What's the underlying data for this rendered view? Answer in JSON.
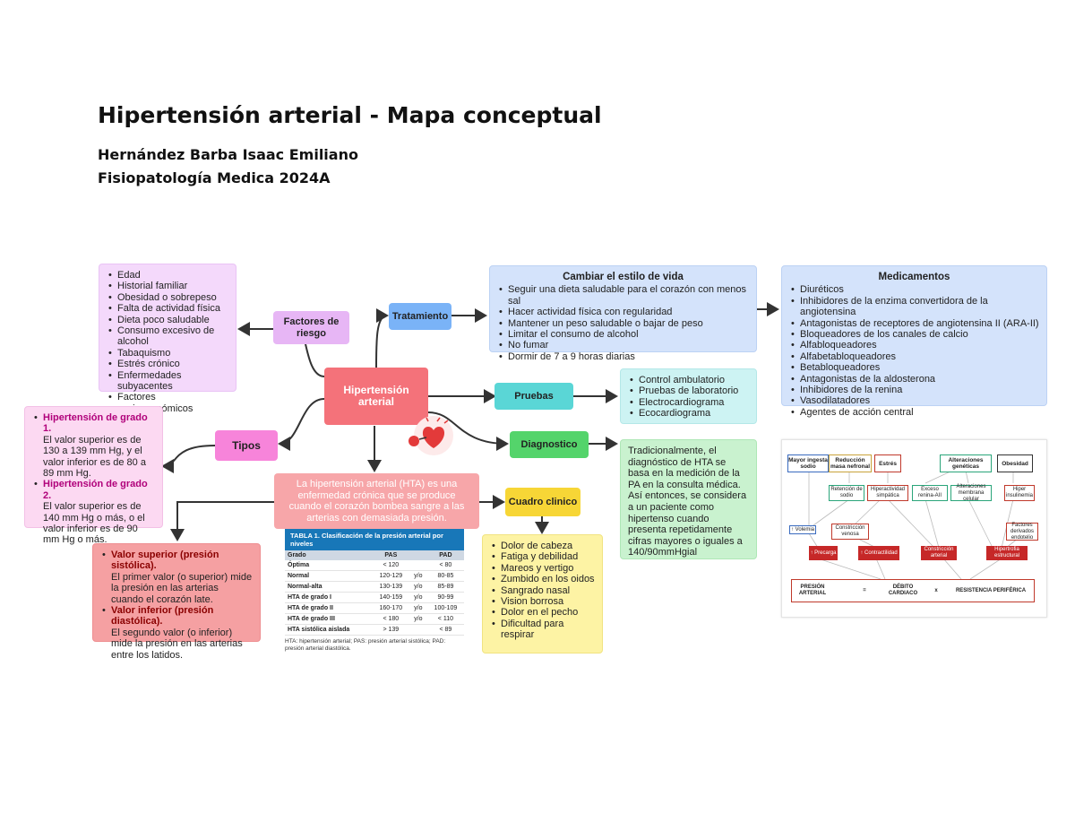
{
  "header": {
    "title": "Hipertensión arterial - Mapa conceptual",
    "author": "Hernández Barba Isaac Emiliano",
    "course": "Fisiopatología Medica 2024A"
  },
  "colors": {
    "central": "#f4727a",
    "factores": "#e7b6f5",
    "tratamiento": "#7ab3f7",
    "pruebas": "#5ad6d6",
    "diagnostico": "#54d46b",
    "cuadro": "#f7d636",
    "tipos": "#f784da"
  },
  "center": {
    "label": "Hipertensión arterial"
  },
  "factores": {
    "label": "Factores de riesgo",
    "items": [
      "Edad",
      "Historial familiar",
      "Obesidad o sobrepeso",
      "Falta de actividad física",
      "Dieta poco saludable",
      "Consumo excesivo de alcohol",
      "Tabaquismo",
      "Estrés crónico",
      "Enfermedades subyacentes",
      "Factores socioeconómicos"
    ]
  },
  "tratamiento": {
    "label": "Tratamiento",
    "heading": "Cambiar el estilo de vida",
    "items": [
      "Seguir una dieta saludable para el corazón con menos sal",
      "Hacer actividad física con regularidad",
      "Mantener un peso saludable o bajar de peso",
      "Limitar el consumo de alcohol",
      "No fumar",
      "Dormir de 7 a 9 horas diarias"
    ]
  },
  "medicamentos": {
    "heading": "Medicamentos",
    "items": [
      "Diuréticos",
      "Inhibidores de la enzima convertidora de la angiotensina",
      "Antagonistas de receptores de angiotensina II (ARA-II)",
      "Bloqueadores de los canales de calcio",
      "Alfabloqueadores",
      "Alfabetabloqueadores",
      "Betabloqueadores",
      "Antagonistas de la aldosterona",
      "Inhibidores de la renina",
      "Vasodilatadores",
      "Agentes de acción central"
    ]
  },
  "pruebas": {
    "label": "Pruebas",
    "items": [
      "Control ambulatorio",
      "Pruebas de laboratorio",
      "Electrocardiograma",
      "Ecocardiograma"
    ]
  },
  "diagnostico": {
    "label": "Diagnostico",
    "text": "Tradicionalmente, el diagnóstico de HTA se basa en la medición de la PA en la consulta médica. Así entonces, se considera a un paciente como hipertenso cuando presenta repetidamente cifras mayores o iguales a 140/90mmHgial"
  },
  "tipos": {
    "label": "Tipos",
    "items": [
      {
        "bold": "Hipertensión de grado 1.",
        "text": "El valor superior es de 130 a 139 mm Hg, y el valor inferior es de 80 a 89 mm Hg."
      },
      {
        "bold": "Hipertensión de grado 2.",
        "text": "El valor superior es de 140 mm Hg o más, o el valor inferior es de 90 mm Hg o más."
      }
    ]
  },
  "definicion": {
    "text": "La hipertensión arterial (HTA) es una enfermedad crónica que se produce cuando el corazón bombea sangre a las arterias con demasiada presión."
  },
  "presion": {
    "items": [
      {
        "bold": "Valor superior (presión sistólica).",
        "text": "El primer valor (o superior) mide la presión en las arterias cuando el corazón late."
      },
      {
        "bold": "Valor inferior (presión diastólica).",
        "text": "El segundo valor (o inferior) mide la presión en las arterias entre los latidos."
      }
    ]
  },
  "cuadro": {
    "label": "Cuadro clinico",
    "items": [
      "Dolor de cabeza",
      "Fatiga y debilidad",
      "Mareos y vertigo",
      "Zumbido en los oidos",
      "Sangrado nasal",
      "Vision borrosa",
      "Dolor en el pecho",
      "Dificultad para respirar"
    ]
  },
  "tabla": {
    "title": "TABLA 1. Clasificación de la presión arterial por niveles",
    "headers": [
      "Grado",
      "PAS",
      "",
      "PAD"
    ],
    "rows": [
      [
        "Óptima",
        "< 120",
        "",
        "< 80"
      ],
      [
        "Normal",
        "120-129",
        "y/o",
        "80-85"
      ],
      [
        "Normal-alta",
        "130-139",
        "y/o",
        "85-89"
      ],
      [
        "HTA de grado I",
        "140-159",
        "y/o",
        "90-99"
      ],
      [
        "HTA de grado II",
        "160-170",
        "y/o",
        "100-109"
      ],
      [
        "HTA de grado III",
        "< 180",
        "y/o",
        "< 110"
      ],
      [
        "HTA sistólica aislada",
        "> 139",
        "",
        "< 89"
      ]
    ],
    "footnote": "HTA: hipertensión arterial; PAS: presión arterial sistólica; PAD: presión arterial diastólica."
  },
  "fisio": {
    "top": [
      "Mayor ingesta sodio",
      "Reducción masa nefronal",
      "Estrés",
      "Alteraciones genéticas",
      "Obesidad"
    ],
    "mid": [
      "Retención de sodio",
      "Hiperactividad simpática",
      "Exceso renina-AII",
      "Alteraciones membrana celular",
      "Hiper insulinemia"
    ],
    "low": [
      "Factores derivados endotelio",
      "↑ Volemia",
      "Constricción venosa"
    ],
    "red": [
      "↑ Precarga",
      "↑ Contractilidad",
      "Constricción arterial",
      "Hipertrofia estructural"
    ],
    "formula": [
      "PRESIÓN ARTERIAL",
      "=",
      "DÉBITO CARDIACO",
      "x",
      "RESISTENCIA PERIFÉRICA"
    ]
  }
}
